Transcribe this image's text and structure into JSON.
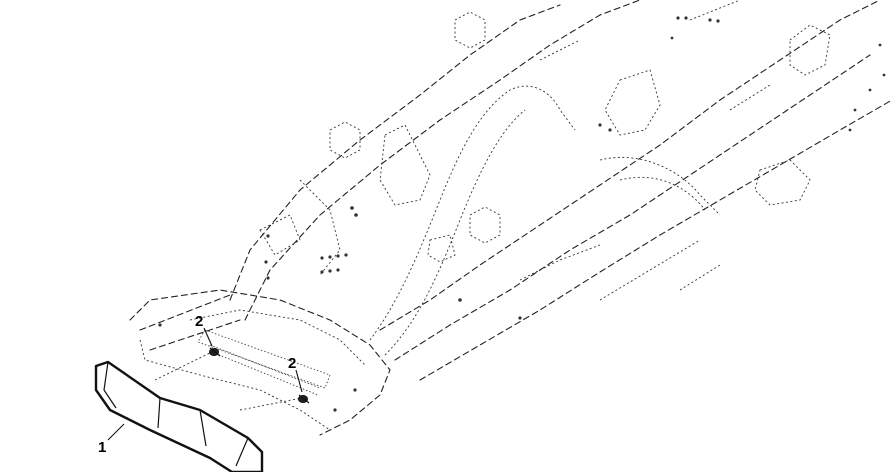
{
  "callouts": [
    {
      "label": "1",
      "part": "front-bumper-pad"
    },
    {
      "label": "2",
      "part": "mounting-bolt-left"
    },
    {
      "label": "2",
      "part": "mounting-bolt-right"
    }
  ]
}
